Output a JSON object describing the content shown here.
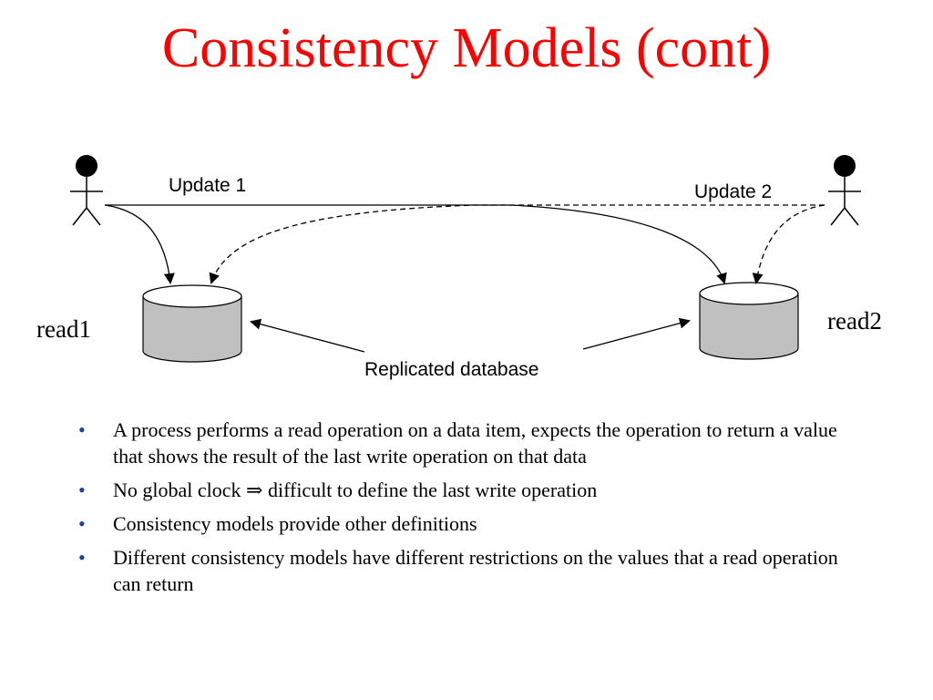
{
  "slide": {
    "title": "Consistency Models (cont)",
    "read_left": "read1",
    "read_right": "read2",
    "bullet_symbol": "•",
    "bullets": [
      "A process performs a read operation on a data item, expects the operation to return a value that shows the result of the last write operation on that data",
      "No global clock ⇒ difficult to define the last write operation",
      "Consistency models provide other definitions",
      "Different consistency models have different restrictions on the values that a read operation can return"
    ]
  },
  "diagram": {
    "update1_label": "Update 1",
    "update2_label": "Update 2",
    "replicated_label": "Replicated database",
    "icons": {
      "left_process": "person-icon",
      "right_process": "person-icon",
      "left_replica": "database-cylinder-icon",
      "right_replica": "database-cylinder-icon"
    },
    "colors": {
      "title": "#ff0000",
      "bullet": "#1f3f9f",
      "cylinder_fill": "#c0c0c0",
      "line": "#000000"
    }
  }
}
